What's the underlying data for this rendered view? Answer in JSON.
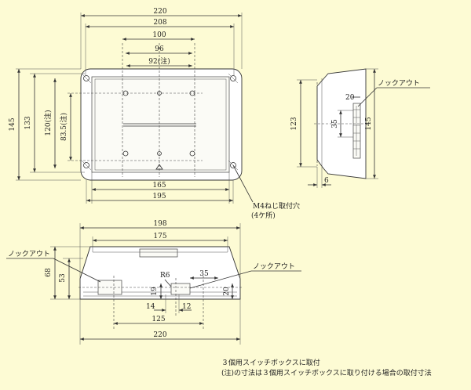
{
  "colors": {
    "background": "#fdfbd4",
    "line": "#333333"
  },
  "top_view": {
    "dims": {
      "w220": "220",
      "w208": "208",
      "w100": "100",
      "w96": "96",
      "w92": "92(注)",
      "h145": "145",
      "h133": "133",
      "h120": "120(注)",
      "h83": "83.5(注)",
      "b165": "165",
      "b195": "195"
    },
    "screw_label": "M4ねじ取付穴",
    "screw_count": "(4ケ所)"
  },
  "side_view": {
    "knockout": "ノックアウト",
    "dims": {
      "d20": "20",
      "d35": "35",
      "d123": "123",
      "d145": "145",
      "d6": "6"
    }
  },
  "front_view": {
    "knockout_left": "ノックアウト",
    "knockout_right": "ノックアウト",
    "dims": {
      "t198": "198",
      "t175": "175",
      "h68": "68",
      "h53": "53",
      "r6": "R6",
      "h19": "19",
      "d35": "35",
      "d20": "20",
      "d14": "14",
      "d12": "12",
      "d125": "125",
      "d220": "220"
    }
  },
  "notes": {
    "line1": "３個用スイッチボックスに取付",
    "line2": "(注)の寸法は３個用スイッチボックスに取り付ける場合の取付寸法"
  }
}
